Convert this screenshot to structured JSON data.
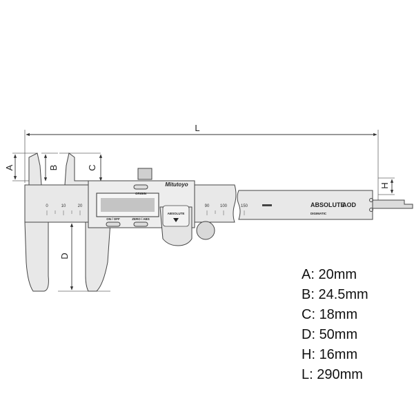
{
  "dimension_labels": {
    "a": "A",
    "b": "B",
    "c": "C",
    "d": "D",
    "h": "H",
    "l": "L"
  },
  "scale_ticks": [
    "0",
    "10",
    "20",
    "90",
    "100",
    "150"
  ],
  "display": {
    "origin_label": "ORIGIN",
    "on_off_label": "ON / OFF",
    "zero_abs_label": "ZERO / ABS"
  },
  "branding": {
    "brand": "Mitutoyo",
    "absolute_badge": "ABSOLUTE",
    "absolute_beam": "ABSOLUTE",
    "aod": "AOD",
    "digimatic": "DIGIMATIC"
  },
  "specs": [
    {
      "label": "A:",
      "value": "20mm"
    },
    {
      "label": "B:",
      "value": "24.5mm"
    },
    {
      "label": "C:",
      "value": "18mm"
    },
    {
      "label": "D:",
      "value": "50mm"
    },
    {
      "label": "H:",
      "value": "16mm"
    },
    {
      "label": "L:",
      "value": "290mm"
    }
  ]
}
